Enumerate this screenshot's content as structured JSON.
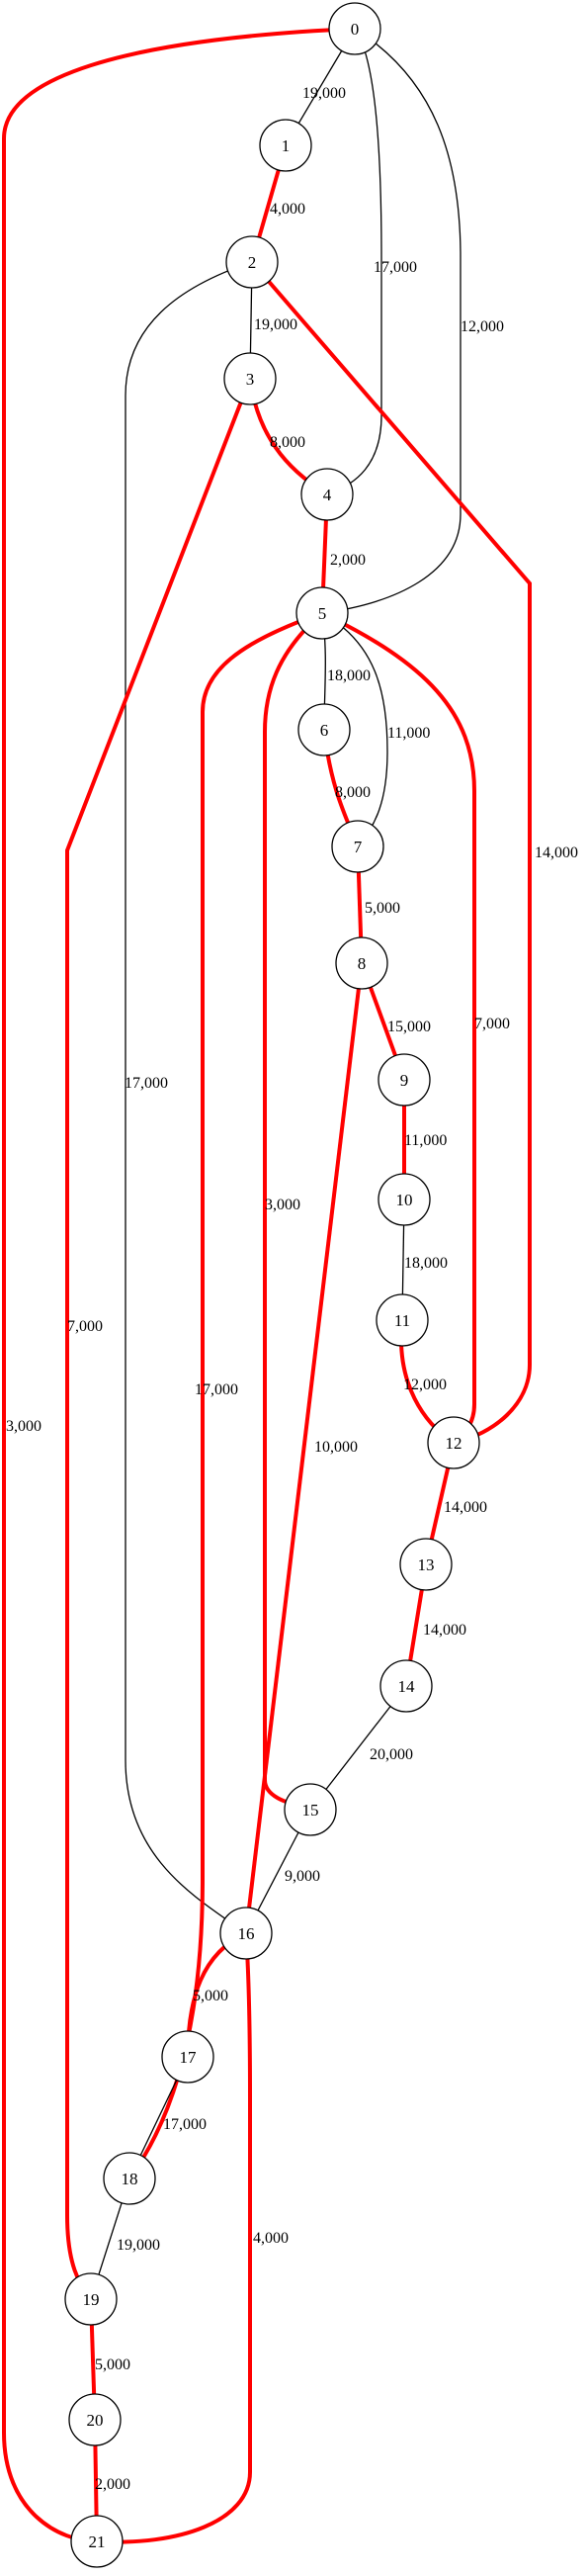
{
  "graph": {
    "colors": {
      "highlight": "#ff0000",
      "normal": "#000000"
    },
    "nodes": [
      {
        "id": "0",
        "label": "0"
      },
      {
        "id": "1",
        "label": "1"
      },
      {
        "id": "2",
        "label": "2"
      },
      {
        "id": "3",
        "label": "3"
      },
      {
        "id": "4",
        "label": "4"
      },
      {
        "id": "5",
        "label": "5"
      },
      {
        "id": "6",
        "label": "6"
      },
      {
        "id": "7",
        "label": "7"
      },
      {
        "id": "8",
        "label": "8"
      },
      {
        "id": "9",
        "label": "9"
      },
      {
        "id": "10",
        "label": "10"
      },
      {
        "id": "11",
        "label": "11"
      },
      {
        "id": "12",
        "label": "12"
      },
      {
        "id": "13",
        "label": "13"
      },
      {
        "id": "14",
        "label": "14"
      },
      {
        "id": "15",
        "label": "15"
      },
      {
        "id": "16",
        "label": "16"
      },
      {
        "id": "17",
        "label": "17"
      },
      {
        "id": "18",
        "label": "18"
      },
      {
        "id": "19",
        "label": "19"
      },
      {
        "id": "20",
        "label": "20"
      },
      {
        "id": "21",
        "label": "21"
      }
    ],
    "edges": [
      {
        "from": "0",
        "to": "1",
        "label": "19,000",
        "highlighted": false
      },
      {
        "from": "0",
        "to": "4",
        "label": "17,000",
        "highlighted": false
      },
      {
        "from": "0",
        "to": "5",
        "label": "12,000",
        "highlighted": false
      },
      {
        "from": "0",
        "to": "21",
        "label": "3,000",
        "highlighted": true
      },
      {
        "from": "1",
        "to": "2",
        "label": "4,000",
        "highlighted": true
      },
      {
        "from": "2",
        "to": "3",
        "label": "19,000",
        "highlighted": false
      },
      {
        "from": "2",
        "to": "16",
        "label": "17,000",
        "highlighted": false
      },
      {
        "from": "2",
        "to": "12",
        "label": "14,000",
        "highlighted": true
      },
      {
        "from": "3",
        "to": "4",
        "label": "8,000",
        "highlighted": true
      },
      {
        "from": "3",
        "to": "19",
        "label": "7,000",
        "highlighted": true
      },
      {
        "from": "4",
        "to": "5",
        "label": "2,000",
        "highlighted": true
      },
      {
        "from": "5",
        "to": "6",
        "label": "18,000",
        "highlighted": false
      },
      {
        "from": "5",
        "to": "7",
        "label": "11,000",
        "highlighted": false
      },
      {
        "from": "5",
        "to": "18",
        "label": "17,000",
        "highlighted": true
      },
      {
        "from": "5",
        "to": "15",
        "label": "3,000",
        "highlighted": true
      },
      {
        "from": "5",
        "to": "12",
        "label": "7,000",
        "highlighted": true
      },
      {
        "from": "6",
        "to": "7",
        "label": "8,000",
        "highlighted": true
      },
      {
        "from": "7",
        "to": "8",
        "label": "5,000",
        "highlighted": true
      },
      {
        "from": "8",
        "to": "9",
        "label": "15,000",
        "highlighted": true
      },
      {
        "from": "8",
        "to": "16",
        "label": "10,000",
        "highlighted": true
      },
      {
        "from": "9",
        "to": "10",
        "label": "11,000",
        "highlighted": true
      },
      {
        "from": "10",
        "to": "11",
        "label": "18,000",
        "highlighted": false
      },
      {
        "from": "11",
        "to": "12",
        "label": "12,000",
        "highlighted": true
      },
      {
        "from": "12",
        "to": "13",
        "label": "14,000",
        "highlighted": true
      },
      {
        "from": "13",
        "to": "14",
        "label": "14,000",
        "highlighted": true
      },
      {
        "from": "14",
        "to": "15",
        "label": "20,000",
        "highlighted": false
      },
      {
        "from": "15",
        "to": "16",
        "label": "9,000",
        "highlighted": false
      },
      {
        "from": "16",
        "to": "17",
        "label": "5,000",
        "highlighted": true
      },
      {
        "from": "16",
        "to": "21",
        "label": "4,000",
        "highlighted": true
      },
      {
        "from": "17",
        "to": "18",
        "label": "17,000",
        "highlighted": false
      },
      {
        "from": "18",
        "to": "19",
        "label": "19,000",
        "highlighted": false
      },
      {
        "from": "19",
        "to": "20",
        "label": "5,000",
        "highlighted": true
      },
      {
        "from": "20",
        "to": "21",
        "label": "2,000",
        "highlighted": true
      }
    ]
  }
}
